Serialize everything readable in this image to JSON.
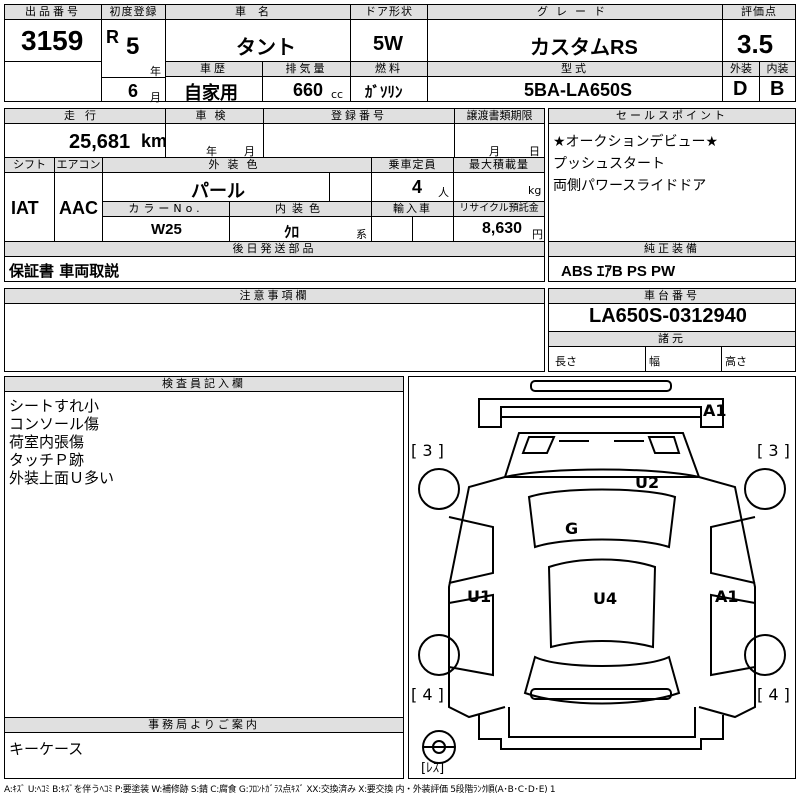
{
  "row1": {
    "lot_label": "出品番号",
    "lot_value": "3159",
    "first_reg_label": "初度登録",
    "era": "R",
    "year_value": "5",
    "year_unit": "年",
    "month_value": "6",
    "month_unit": "月",
    "car_name_label": "車名",
    "car_name": "タント",
    "door_label": "ドア形状",
    "door_value": "5W",
    "grade_label": "グレード",
    "grade_value": "カスタムRS",
    "score_label": "評価点",
    "score_value": "3.5",
    "history_label": "車歴",
    "history_value": "自家用",
    "displacement_label": "排気量",
    "displacement_value": "660",
    "displacement_unit": "cc",
    "fuel_label": "燃料",
    "fuel_value": "ｶﾞｿﾘﾝ",
    "model_label": "型式",
    "model_value": "5BA-LA650S",
    "ext_grade_label": "外装",
    "ext_grade_value": "D",
    "int_grade_label": "内装",
    "int_grade_value": "B"
  },
  "row2": {
    "mileage_label": "走行",
    "mileage_value": "25,681",
    "mileage_unit": "km",
    "inspection_label": "車検",
    "inspection_year": "年",
    "inspection_month": "月",
    "reg_no_label": "登録番号",
    "transfer_label": "譲渡書類期限",
    "transfer_month": "月",
    "transfer_day": "日",
    "shift_label": "シフト",
    "shift_value": "IAT",
    "ac_label": "エアコン",
    "ac_value": "AAC",
    "color_label": "外装色",
    "color_value": "パール",
    "capacity_label": "乗車定員",
    "capacity_value": "4",
    "capacity_unit": "人",
    "load_label": "最大積載量",
    "load_unit": "kg",
    "color_no_label": "カラーNo.",
    "color_no_value": "W25",
    "int_color_label": "内装色",
    "int_color_value": "ｸﾛ",
    "int_color_unit": "系",
    "import_label": "輸入車",
    "recycle_label": "リサイクル預託金",
    "recycle_value": "8,630",
    "recycle_unit": "円",
    "sale_points_label": "セールスポイント",
    "sale_points": [
      "★オークションデビュー★",
      "プッシュスタート",
      "両側パワースライドドア"
    ]
  },
  "later_parts": {
    "label": "後日発送部品",
    "value": "保証書 車両取説"
  },
  "equipment": {
    "label": "純正装備",
    "value": "ABS ｴｱB PS PW"
  },
  "notes": {
    "label": "注意事項欄"
  },
  "chassis": {
    "label": "車台番号",
    "value": "LA650S-0312940",
    "specs_label": "諸元",
    "length_label": "長さ",
    "width_label": "幅",
    "height_label": "高さ"
  },
  "inspector": {
    "label": "検査員記入欄",
    "lines": [
      "シートすれ小",
      "コンソール傷",
      "荷室内張傷",
      "タッチＰ跡",
      "外装上面Ｕ多い"
    ]
  },
  "office": {
    "label": "事務局よりご案内",
    "value": "キーケース"
  },
  "diagram": {
    "marks": [
      "A1",
      "U2",
      "G",
      "U1",
      "U4",
      "A1"
    ],
    "tire_labels": [
      "[ 3 ]",
      "[ 3 ]",
      "[ 4 ]",
      "[ 4 ]"
    ],
    "spare_label": "[ﾚｽ]"
  },
  "legend": "A:ｷｽﾞ U:ﾍｺﾐ B:ｷｽﾞを伴うﾍｺﾐ P:要塗装 W:補修跡 S:錆 C:腐食 G:ﾌﾛﾝﾄｶﾞﾗｽ点ｷｽﾞ XX:交換済み X:要交換 内・外装評価 5段階ﾗﾝｸ順(A･B･C･D･E) 1"
}
